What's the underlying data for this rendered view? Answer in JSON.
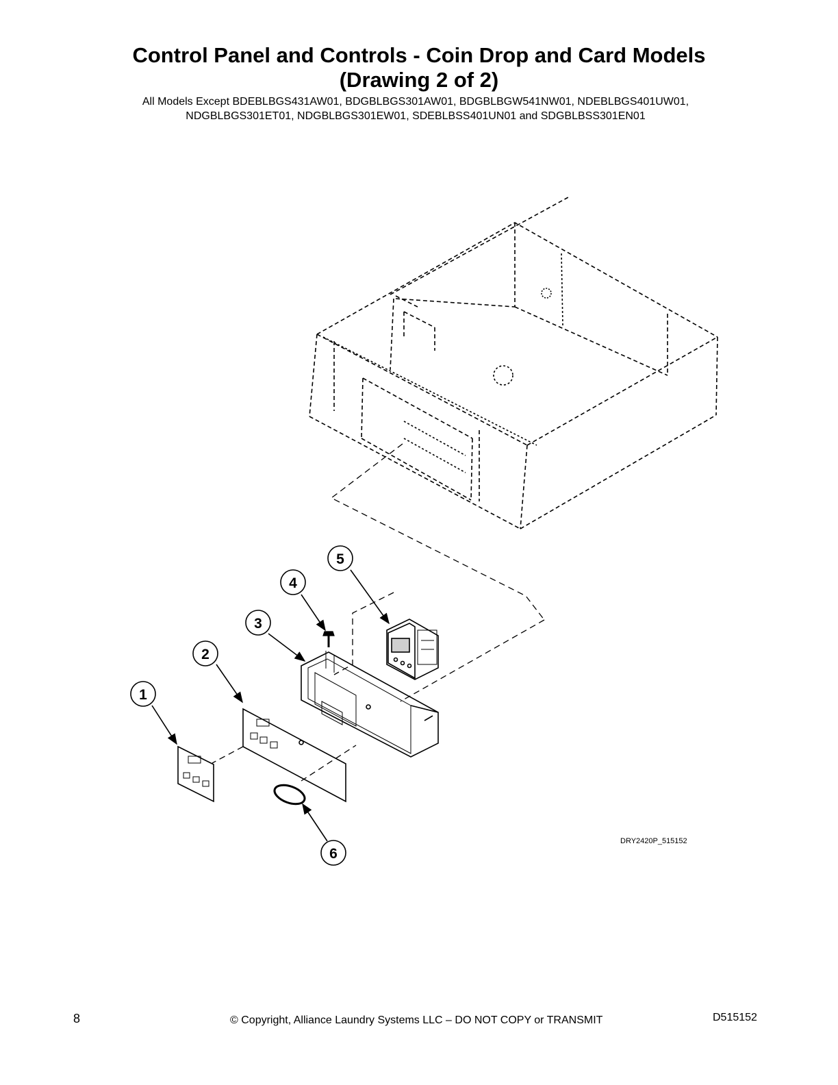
{
  "header": {
    "title_line1": "Control Panel and Controls - Coin Drop and Card Models",
    "title_line2": "(Drawing 2 of 2)",
    "subtitle_line1": "All Models Except BDEBLBGS431AW01, BDGBLBGS301AW01, BDGBLBGW541NW01, NDEBLBGS401UW01,",
    "subtitle_line2": "NDGBLBGS301ET01, NDGBLBGS301EW01, SDEBLBSS401UN01 and SDGBLBSS301EN01"
  },
  "diagram": {
    "callouts": [
      "1",
      "2",
      "3",
      "4",
      "5",
      "6"
    ],
    "figure_id": "DRY2420P_515152"
  },
  "footer": {
    "page_number": "8",
    "copyright": "© Copyright, Alliance Laundry Systems LLC – DO NOT COPY or TRANSMIT",
    "doc_number": "D515152"
  }
}
